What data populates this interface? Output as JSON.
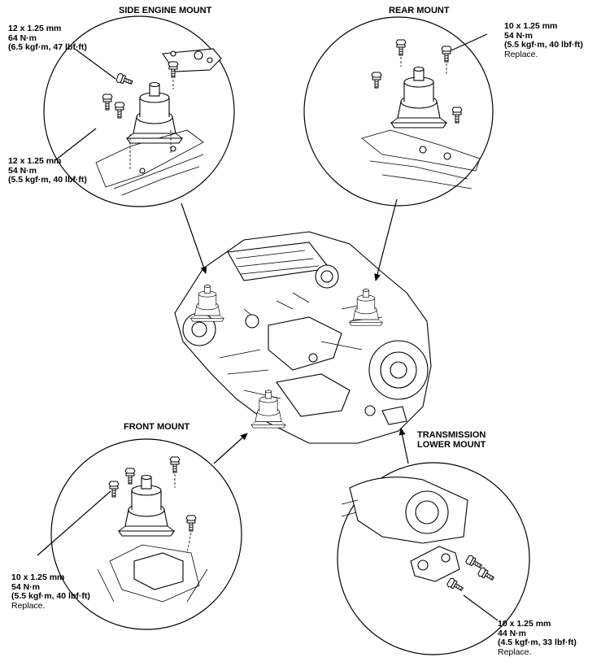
{
  "callouts": {
    "side_engine_mount": {
      "title": "SIDE ENGINE MOUNT",
      "upper_spec": {
        "size": "12 x 1.25 mm",
        "torque_nm": "64 N·m",
        "torque_alt": "(6.5 kgf·m, 47 lbf·ft)"
      },
      "lower_spec": {
        "size": "12 x 1.25 mm",
        "torque_nm": "54 N·m",
        "torque_alt": "(5.5 kgf·m, 40 lbf·ft)"
      }
    },
    "rear_mount": {
      "title": "REAR MOUNT",
      "spec": {
        "size": "10 x 1.25 mm",
        "torque_nm": "54 N·m",
        "torque_alt": "(5.5 kgf·m, 40 lbf·ft)",
        "note": "Replace."
      }
    },
    "front_mount": {
      "title": "FRONT MOUNT",
      "spec": {
        "size": "10 x 1.25 mm",
        "torque_nm": "54 N·m",
        "torque_alt": "(5.5 kgf·m, 40 lbf·ft)",
        "note": "Replace."
      }
    },
    "transmission_lower_mount": {
      "title_line1": "TRANSMISSION",
      "title_line2": "LOWER MOUNT",
      "spec": {
        "size": "10 x 1.25 mm",
        "torque_nm": "44 N·m",
        "torque_alt": "(4.5 kgf·m, 33 lbf·ft)",
        "note": "Replace."
      }
    }
  },
  "icons": [
    "bolt-icon",
    "engine-mount-icon",
    "engine-assembly-icon"
  ]
}
